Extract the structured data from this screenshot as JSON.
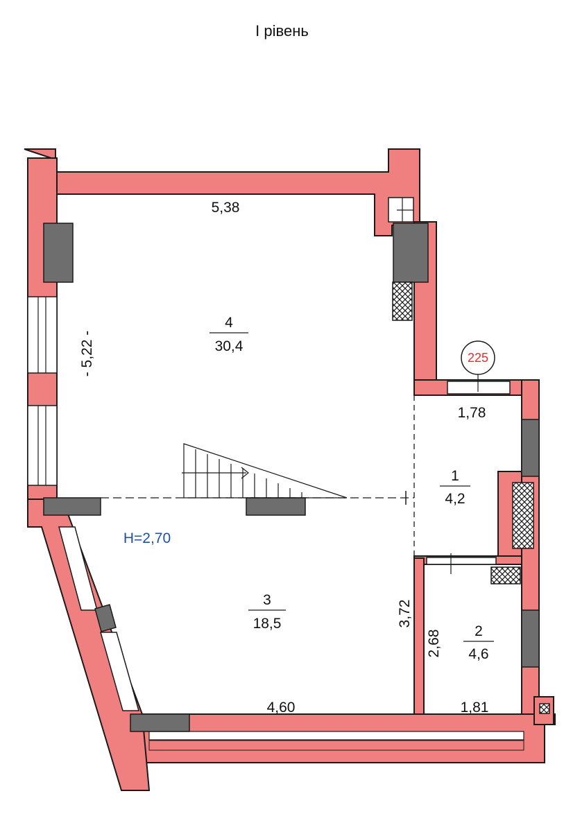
{
  "level_title": "І рівень",
  "ceiling_height": "H=2,70",
  "apartment_number": "225",
  "rooms": [
    {
      "number": "4",
      "area": "30,4"
    },
    {
      "number": "1",
      "area": "4,2"
    },
    {
      "number": "3",
      "area": "18,5"
    },
    {
      "number": "2",
      "area": "4,6"
    }
  ],
  "dimensions": {
    "top_width": "5,38",
    "left_height": "- 5,22 -",
    "hall_width": "1,78",
    "room3_height": "3,72",
    "room2_height": "2,68",
    "bottom_width_room3": "4,60",
    "bottom_width_room2": "1,81"
  },
  "colors": {
    "wall": "#f08080",
    "column": "#6e6e6e",
    "height_label": "#1f4fa8",
    "apartment_number": "#e03030"
  }
}
